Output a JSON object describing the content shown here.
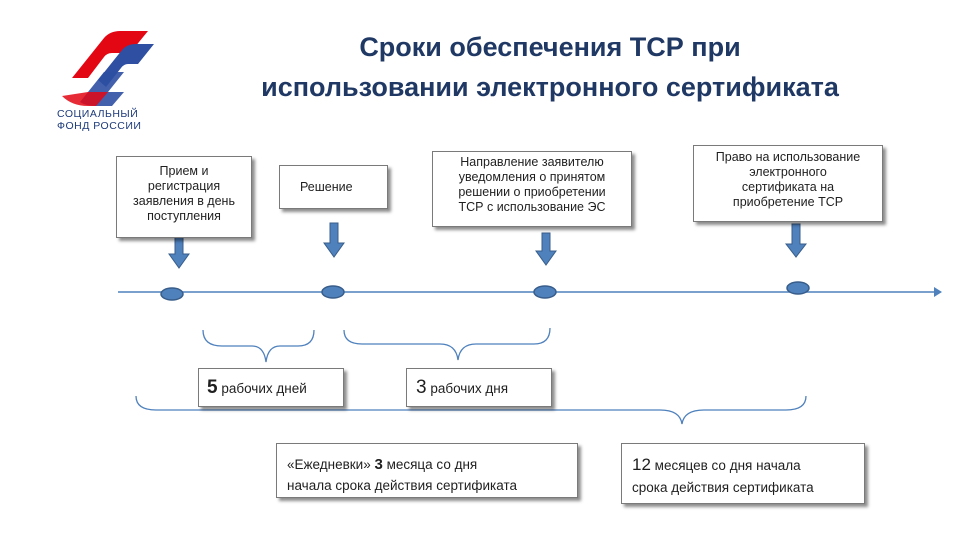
{
  "logo": {
    "text_line1": "СОЦИАЛЬНЫЙ",
    "text_line2": "ФОНД РОССИИ",
    "icon": "sfr-logo-icon"
  },
  "title": {
    "line1": "Сроки обеспечения ТСР при",
    "line2": "использовании электронного сертификата"
  },
  "steps": [
    {
      "lines": [
        "Прием и",
        "регистрация",
        "заявления в день",
        "поступления"
      ]
    },
    {
      "lines": [
        "Решение"
      ]
    },
    {
      "lines": [
        "Направление заявителю",
        "уведомления о принятом",
        "решении о приобретении",
        "ТСР с использование ЭС"
      ]
    },
    {
      "lines": [
        "Право на использование",
        "электронного",
        "сертификата на",
        "приобретение ТСР"
      ]
    }
  ],
  "periods": {
    "first": {
      "number": "5",
      "text": " рабочих дней"
    },
    "second": {
      "number": "3",
      "text": " рабочих дня"
    }
  },
  "validity": {
    "daily": {
      "prefix": "«Ежедневки» ",
      "number": "3",
      "suffix": " месяца со дня",
      "line2": "начала срока действия сертификата"
    },
    "regular": {
      "number": "12",
      "suffix": " месяцев со дня начала",
      "line2": "срока действия сертификата"
    }
  },
  "colors": {
    "title": "#1f3864",
    "arrow": "#4f81bd",
    "node": "#4f81bd",
    "line": "#4f81bd",
    "brace": "#4f81bd",
    "logo_red": "#e30613",
    "logo_blue": "#2e4fa2"
  }
}
